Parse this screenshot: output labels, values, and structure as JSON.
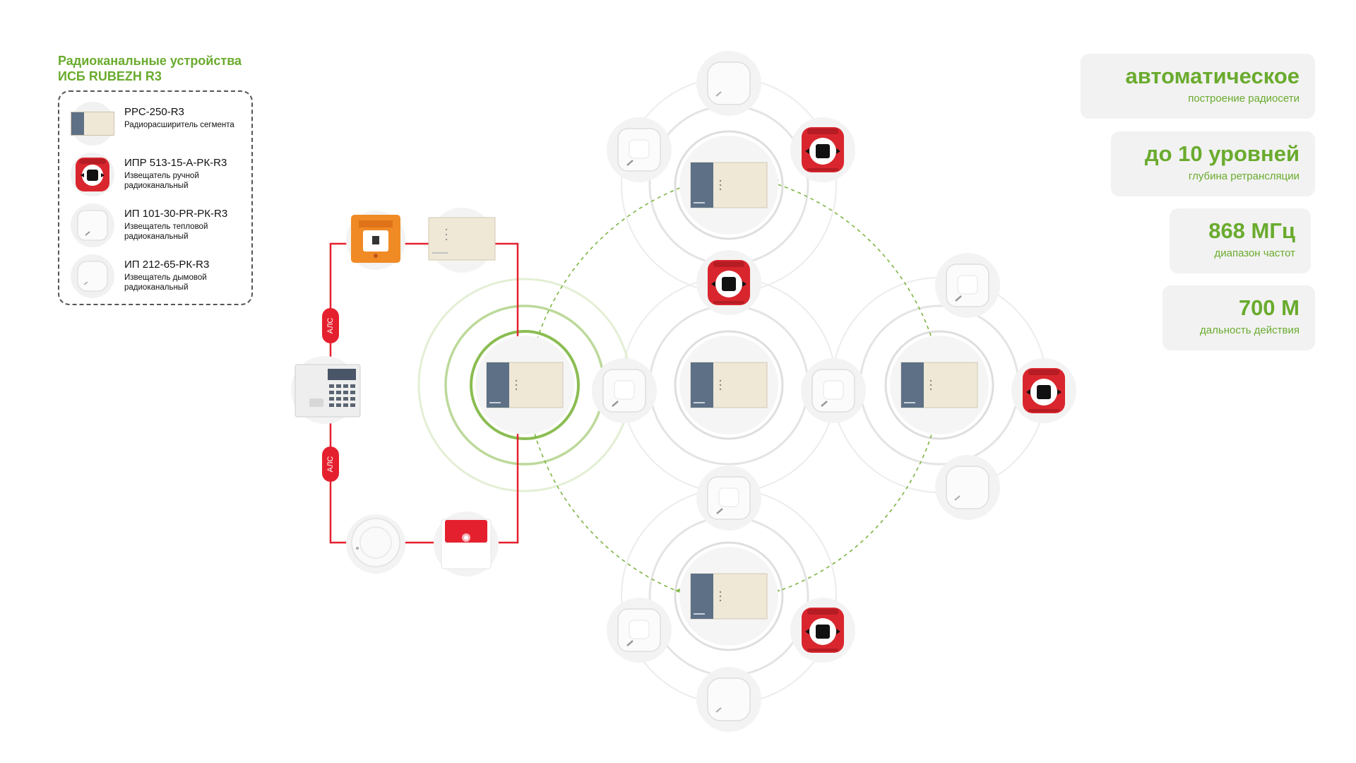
{
  "legend": {
    "title_line1": "Радиоканальные устройства",
    "title_line2": "ИСБ RUBEZH R3",
    "items": [
      {
        "icon": "radio-expander-icon",
        "name": "РРС-250-R3",
        "desc": "Радиорасширитель сегмента"
      },
      {
        "icon": "manual-call-point-icon",
        "name": "ИПР 513-15-А-РК-R3",
        "desc": "Извещатель ручной радиоканальный"
      },
      {
        "icon": "heat-detector-icon",
        "name": "ИП 101-30-PR-РК-R3",
        "desc": "Извещатель тепловой радиоканальный"
      },
      {
        "icon": "smoke-detector-icon",
        "name": "ИП 212-65-РК-R3",
        "desc": "Извещатель дымовой радиоканальный"
      }
    ]
  },
  "stats": [
    {
      "value": "автоматическое",
      "label": "построение радиосети"
    },
    {
      "value": "до 10 уровней",
      "label": "глубина ретрансляции"
    },
    {
      "value": "868 МГц",
      "label": "диапазон частот"
    },
    {
      "value": "700 М",
      "label": "дальность действия"
    }
  ],
  "wired_loop": {
    "label_top": "АЛС",
    "label_bottom": "АЛС"
  },
  "colors": {
    "accent_green": "#6aab2e",
    "loop_red": "#e5202e",
    "device_blue": "#5d7086",
    "device_beige": "#efe8d6",
    "orange": "#f08a24"
  }
}
